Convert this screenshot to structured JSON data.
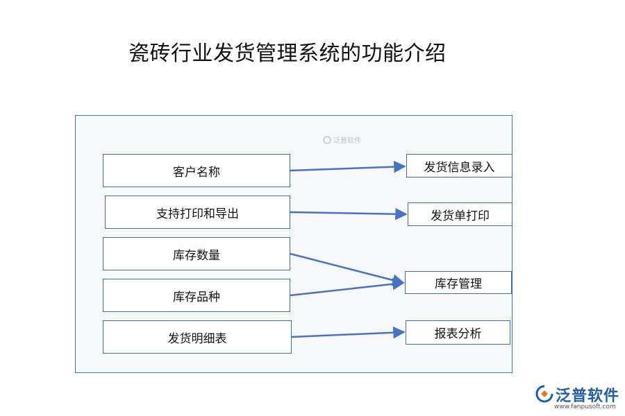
{
  "title": "瓷砖行业发货管理系统的功能介绍",
  "watermark": "泛普软件",
  "left_items": [
    "客户名称",
    "支持打印和导出",
    "库存数量",
    "库存品种",
    "发货明细表"
  ],
  "right_items": [
    "发货信息录入",
    "发货单打印",
    "库存管理",
    "报表分析"
  ],
  "links": [
    {
      "from": 0,
      "to": 0
    },
    {
      "from": 1,
      "to": 1
    },
    {
      "from": 2,
      "to": 2
    },
    {
      "from": 3,
      "to": 2
    },
    {
      "from": 4,
      "to": 3
    }
  ],
  "colors": {
    "arrow": "#4a72c4",
    "panel_border": "#2f7ab8",
    "brand": "#1f5fa8"
  },
  "brand": {
    "name": "泛普软件",
    "url": "www.fanpusoft.com",
    "icon": "fanpu-logo-icon"
  }
}
